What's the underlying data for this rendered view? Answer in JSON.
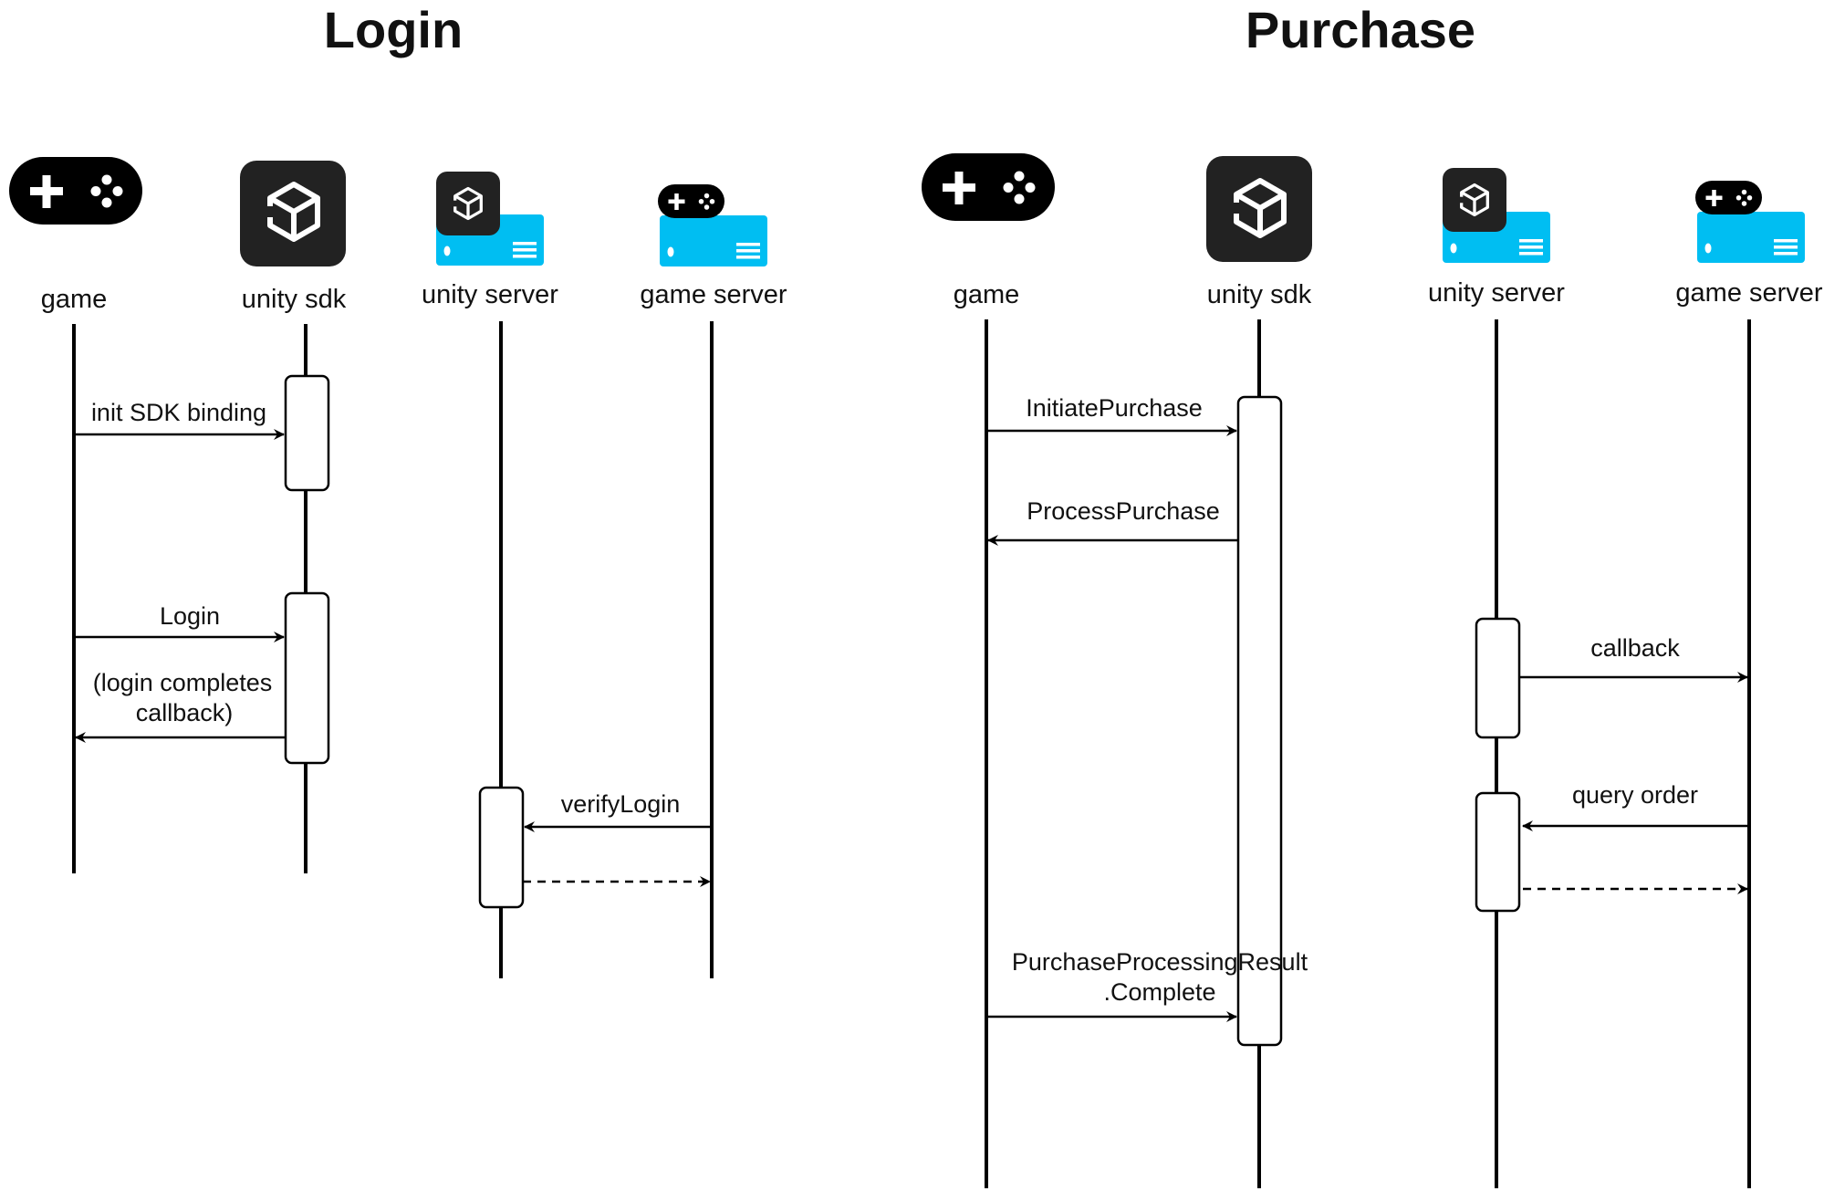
{
  "login": {
    "title": "Login",
    "actors": {
      "game": "game",
      "unity_sdk": "unity sdk",
      "unity_server": "unity server",
      "game_server": "game server"
    },
    "messages": {
      "init_sdk": "init SDK binding",
      "login": "Login",
      "login_complete_1": "(login completes",
      "login_complete_2": "callback)",
      "verify_login": "verifyLogin"
    }
  },
  "purchase": {
    "title": "Purchase",
    "actors": {
      "game": "game",
      "unity_sdk": "unity sdk",
      "unity_server": "unity server",
      "game_server": "game server"
    },
    "messages": {
      "initiate_purchase": "InitiatePurchase",
      "process_purchase": "ProcessPurchase",
      "callback": "callback",
      "query_order": "query order",
      "result_1": "PurchaseProcessingResult",
      "result_2": ".Complete"
    }
  },
  "icons": {
    "game": "gamepad-icon",
    "unity_sdk": "unity-logo-icon",
    "unity_server": "unity-server-icon",
    "game_server": "game-server-icon"
  },
  "colors": {
    "icon_dark": "#222222",
    "server_blue": "#00bef2",
    "line": "#000000"
  }
}
